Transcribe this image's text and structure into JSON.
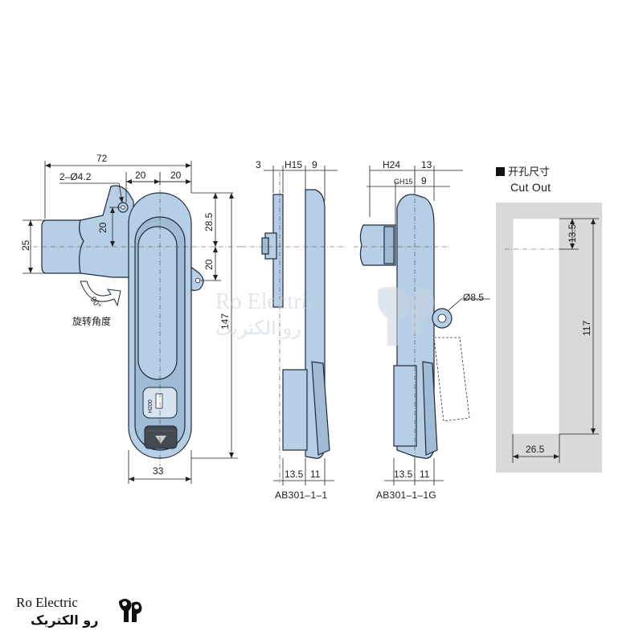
{
  "front_view": {
    "dims": {
      "width_total": "72",
      "holes": "2–Ø4.2",
      "offset_a": "20",
      "offset_b": "20",
      "hole_vertical": "20",
      "cam_height": "25",
      "top_to_center": "28.5",
      "center_to_hole": "20",
      "length": "147",
      "body_width": "33"
    },
    "rotation_angle": "90°",
    "rotation_label": "旋转角度",
    "lock_code": "H200"
  },
  "side_view_1": {
    "dims": {
      "d3": "3",
      "h15": "H15",
      "d9": "9",
      "d13_5": "13.5",
      "d11": "11"
    },
    "model": "AB301–1–1"
  },
  "side_view_2": {
    "dims": {
      "h24": "H24",
      "d13": "13",
      "gh15": "GH15",
      "d9": "9",
      "hole": "Ø8.5",
      "d13_5": "13.5",
      "d11": "11"
    },
    "model": "AB301–1–1G"
  },
  "cutout": {
    "title_cn": "开孔尺寸",
    "title_en": "Cut Out",
    "dims": {
      "top": "13.5",
      "height": "117",
      "width": "26.5"
    }
  },
  "watermark": {
    "en": "Ro Electric",
    "fa": "رو الکتریک"
  },
  "brand": {
    "en": "Ro Electric",
    "fa": "رو الکتریک"
  },
  "colors": {
    "part": "#b6cfe6",
    "outline": "#1e2a38",
    "cutout_bg": "#d9d9d9"
  }
}
